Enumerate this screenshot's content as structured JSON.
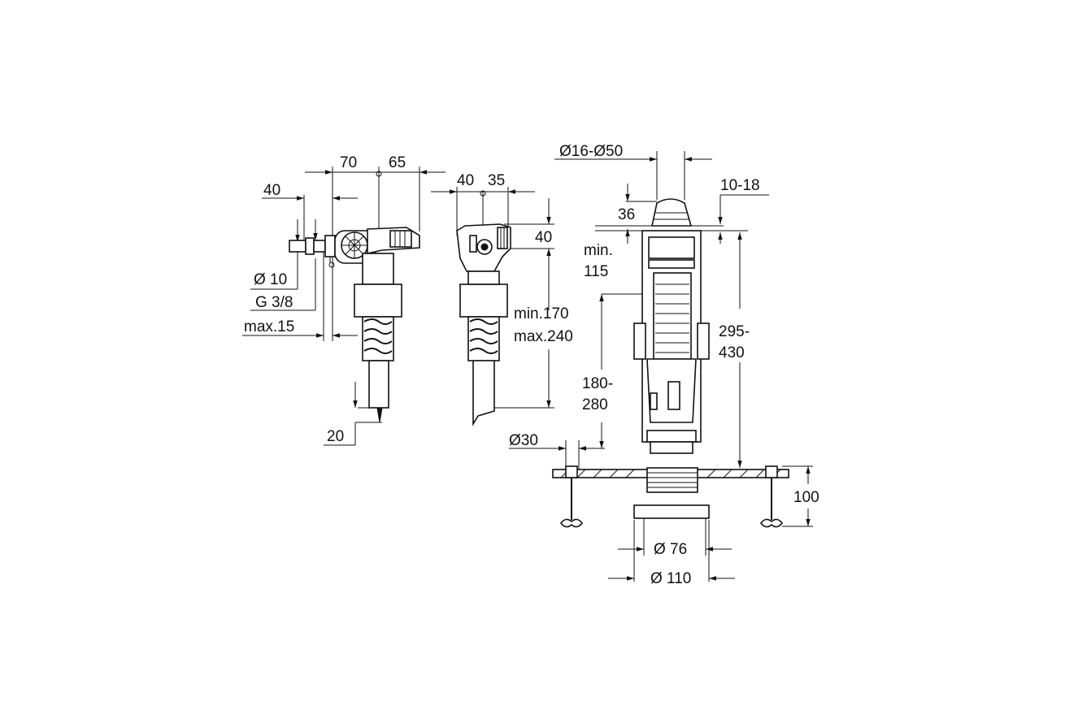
{
  "drawing": {
    "valve_side": {
      "width_left": "70",
      "width_right": "65",
      "offset": "40",
      "pipe_diameter": "Ø 10",
      "thread": "G 3/8",
      "max_wall": "max.15",
      "tip": "20"
    },
    "valve_front": {
      "width_left": "40",
      "width_right": "35",
      "head_height": "40",
      "height_min": "min.170",
      "height_max": "max.240"
    },
    "flush_valve": {
      "float_diameter": "Ø16-Ø50",
      "top_range": "10-18",
      "top_height": "36",
      "min_clear_line1": "min.",
      "min_clear_line2": "115",
      "overall_line1": "295-",
      "overall_line2": "430",
      "mid_line1": "180-",
      "mid_line2": "280",
      "bolt_diameter": "Ø30",
      "bolt_length": "100",
      "outlet_inner": "Ø 76",
      "outlet_outer": "Ø 110"
    }
  }
}
